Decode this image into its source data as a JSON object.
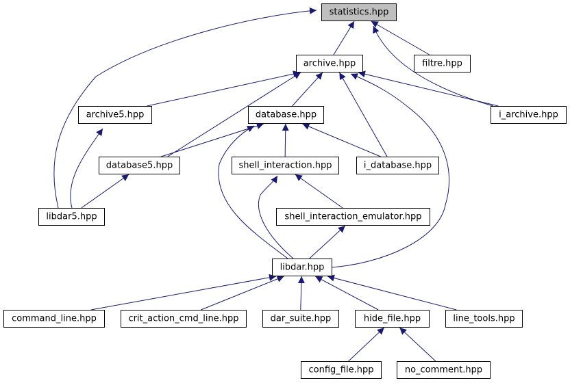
{
  "colors": {
    "edge": "#191970",
    "root_fill": "#bfbfbf",
    "node_fill": "#ffffff",
    "border": "#000000"
  },
  "nodes": [
    {
      "id": "statistics",
      "label": "statistics.hpp",
      "highlighted": true
    },
    {
      "id": "archive",
      "label": "archive.hpp"
    },
    {
      "id": "filtre",
      "label": "filtre.hpp"
    },
    {
      "id": "archive5",
      "label": "archive5.hpp"
    },
    {
      "id": "database",
      "label": "database.hpp"
    },
    {
      "id": "i_archive",
      "label": "i_archive.hpp"
    },
    {
      "id": "database5",
      "label": "database5.hpp"
    },
    {
      "id": "shell_interaction",
      "label": "shell_interaction.hpp"
    },
    {
      "id": "i_database",
      "label": "i_database.hpp"
    },
    {
      "id": "libdar5",
      "label": "libdar5.hpp"
    },
    {
      "id": "shell_interaction_emulator",
      "label": "shell_interaction_emulator.hpp"
    },
    {
      "id": "libdar",
      "label": "libdar.hpp"
    },
    {
      "id": "command_line",
      "label": "command_line.hpp"
    },
    {
      "id": "crit_action_cmd_line",
      "label": "crit_action_cmd_line.hpp"
    },
    {
      "id": "dar_suite",
      "label": "dar_suite.hpp"
    },
    {
      "id": "hide_file",
      "label": "hide_file.hpp"
    },
    {
      "id": "line_tools",
      "label": "line_tools.hpp"
    },
    {
      "id": "config_file",
      "label": "config_file.hpp"
    },
    {
      "id": "no_comment",
      "label": "no_comment.hpp"
    }
  ],
  "edges": [
    {
      "from": "archive",
      "to": "statistics"
    },
    {
      "from": "filtre",
      "to": "statistics"
    },
    {
      "from": "i_archive",
      "to": "statistics"
    },
    {
      "from": "libdar5",
      "to": "statistics"
    },
    {
      "from": "archive5",
      "to": "archive"
    },
    {
      "from": "database",
      "to": "archive"
    },
    {
      "from": "i_archive",
      "to": "archive"
    },
    {
      "from": "database5",
      "to": "archive"
    },
    {
      "from": "i_database",
      "to": "archive"
    },
    {
      "from": "libdar",
      "to": "archive"
    },
    {
      "from": "libdar5",
      "to": "archive5"
    },
    {
      "from": "database5",
      "to": "database"
    },
    {
      "from": "shell_interaction",
      "to": "database"
    },
    {
      "from": "i_database",
      "to": "database"
    },
    {
      "from": "libdar",
      "to": "database"
    },
    {
      "from": "libdar5",
      "to": "database5"
    },
    {
      "from": "shell_interaction_emulator",
      "to": "shell_interaction"
    },
    {
      "from": "libdar",
      "to": "shell_interaction"
    },
    {
      "from": "libdar",
      "to": "shell_interaction_emulator"
    },
    {
      "from": "command_line",
      "to": "libdar"
    },
    {
      "from": "crit_action_cmd_line",
      "to": "libdar"
    },
    {
      "from": "dar_suite",
      "to": "libdar"
    },
    {
      "from": "hide_file",
      "to": "libdar"
    },
    {
      "from": "line_tools",
      "to": "libdar"
    },
    {
      "from": "config_file",
      "to": "hide_file"
    },
    {
      "from": "no_comment",
      "to": "hide_file"
    }
  ]
}
